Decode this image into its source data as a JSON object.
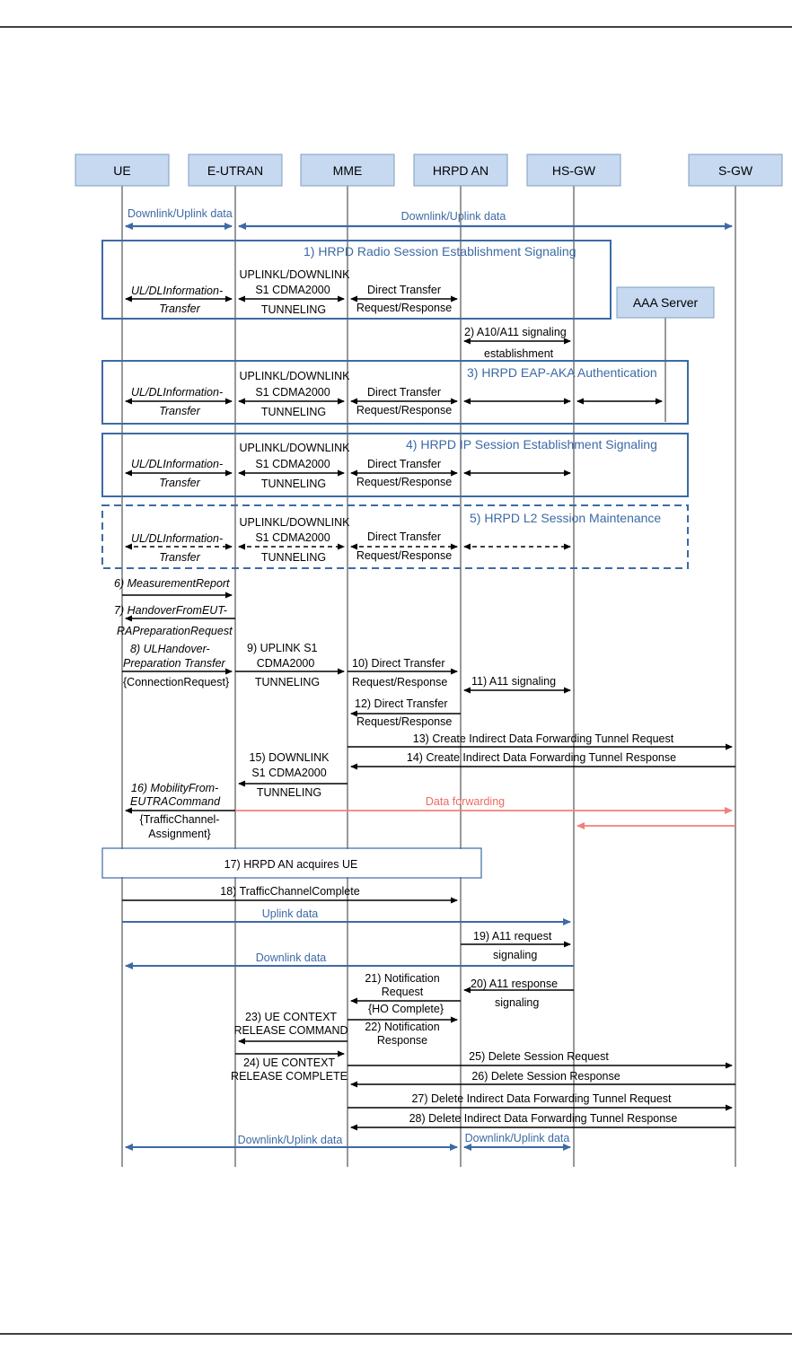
{
  "entities": [
    "UE",
    "E-UTRAN",
    "MME",
    "HRPD AN",
    "HS-GW",
    "S-GW"
  ],
  "aaa_server": "AAA Server",
  "boxes": {
    "b1": "1)   HRPD Radio Session Establishment Signaling",
    "b3": "3)   HRPD EAP-AKA Authentication",
    "b4": "4)   HRPD IP Session Establishment Signaling",
    "b5": "5)   HRPD L2 Session Maintenance",
    "b17": "17) HRPD AN acquires UE"
  },
  "messages": {
    "dl_ul": "Downlink/Uplink data",
    "ul_dl_info_1": "UL/DLInformation-",
    "ul_dl_info_2": "Transfer",
    "tun_1": "UPLINKL/DOWNLINK",
    "tun_2": "S1 CDMA2000",
    "tun_3": "TUNNELING",
    "dt_1": "Direct Transfer",
    "dt_2": "Request/Response",
    "m2_1": "2)    A10/A11 signaling",
    "m2_2": "establishment",
    "m6": "6)    MeasurementReport",
    "m7_1": "7)    HandoverFromEUT-",
    "m7_2": "RAPreparationRequest",
    "m8_1": "8)   ULHandover-",
    "m8_2": "Preparation Transfer",
    "m8_3": "{ConnectionRequest}",
    "m9_1": "9)    UPLINK S1",
    "m9_2": "CDMA2000",
    "m9_3": "TUNNELING",
    "m10_1": "10) Direct Transfer",
    "m10_2": "Request/Response",
    "m11": "11) A11 signaling",
    "m12_1": "12) Direct Transfer",
    "m12_2": "Request/Response",
    "m13": "13) Create Indirect Data Forwarding Tunnel Request",
    "m14": "14) Create Indirect Data Forwarding Tunnel Response",
    "m15_1": "15) DOWNLINK",
    "m15_2": "S1 CDMA2000",
    "m15_3": "TUNNELING",
    "m16_1": "16) MobilityFrom-",
    "m16_2": "EUTRACommand",
    "m16_3": "{TrafficChannel-",
    "m16_4": "Assignment}",
    "data_fwd": "Data forwarding",
    "m18": "18) TrafficChannelComplete",
    "uplink": "Uplink data",
    "m19_1": "19) A11 request",
    "m19_2": "signaling",
    "downlink": "Downlink data",
    "m20_1": "20) A11 response",
    "m20_2": "signaling",
    "m21_1": "21) Notification",
    "m21_2": "Request",
    "m21_3": "{HO Complete}",
    "m22_1": "22) Notification",
    "m22_2": "Response",
    "m23_1": "23) UE CONTEXT",
    "m23_2": "RELEASE COMMAND",
    "m24_1": "24) UE CONTEXT",
    "m24_2": "RELEASE COMPLETE",
    "m25": "25) Delete Session Request",
    "m26": "26) Delete Session Response",
    "m27": "27) Delete Indirect Data Forwarding Tunnel Request",
    "m28": "28) Delete Indirect Data Forwarding Tunnel Response"
  },
  "colors": {
    "entity_fill": "#c6d9f1",
    "entity_stroke": "#7f9dbf",
    "accent": "#3d6aa6",
    "forwarding": "#f08078",
    "line": "#000000"
  }
}
